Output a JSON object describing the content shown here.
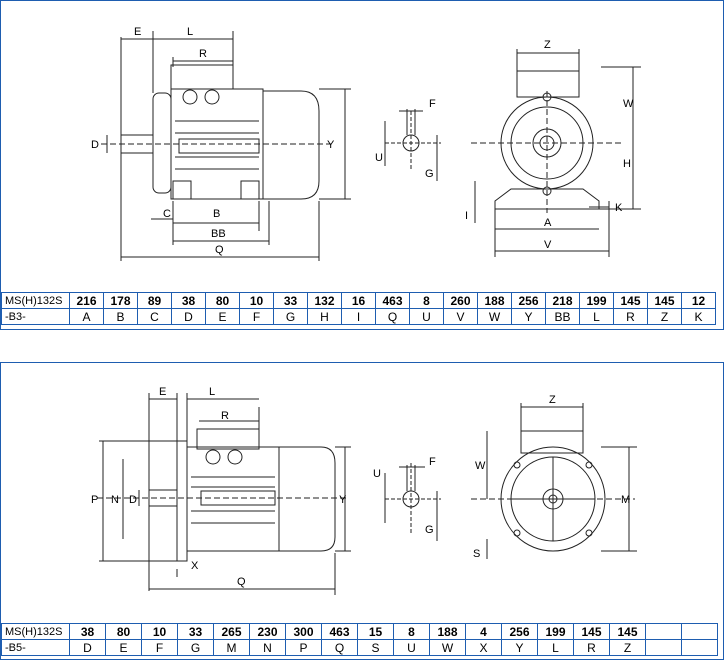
{
  "b3": {
    "model_label": "MS(H)132S",
    "mount_label": "-B3-",
    "values": [
      "216",
      "178",
      "89",
      "38",
      "80",
      "10",
      "33",
      "132",
      "16",
      "463",
      "8",
      "260",
      "188",
      "256",
      "218",
      "199",
      "145",
      "145",
      "12"
    ],
    "letters": [
      "A",
      "B",
      "C",
      "D",
      "E",
      "F",
      "G",
      "H",
      "I",
      "Q",
      "U",
      "V",
      "W",
      "Y",
      "BB",
      "L",
      "R",
      "Z",
      "K"
    ],
    "drawing_labels": {
      "E": "E",
      "L": "L",
      "R": "R",
      "D": "D",
      "Y": "Y",
      "C": "C",
      "B": "B",
      "BB": "BB",
      "Q": "Q",
      "F": "F",
      "U": "U",
      "G": "G",
      "Z": "Z",
      "W": "W",
      "H": "H",
      "I": "I",
      "A": "A",
      "K": "K",
      "V": "V"
    }
  },
  "b5": {
    "model_label": "MS(H)132S",
    "mount_label": "-B5-",
    "values": [
      "38",
      "80",
      "10",
      "33",
      "265",
      "230",
      "300",
      "463",
      "15",
      "8",
      "188",
      "4",
      "256",
      "199",
      "145",
      "145",
      "",
      ""
    ],
    "letters": [
      "D",
      "E",
      "F",
      "G",
      "M",
      "N",
      "P",
      "Q",
      "S",
      "U",
      "W",
      "X",
      "Y",
      "L",
      "R",
      "Z",
      "",
      ""
    ],
    "drawing_labels": {
      "E": "E",
      "L": "L",
      "R": "R",
      "P": "P",
      "N": "N",
      "D": "D",
      "Y": "Y",
      "X": "X",
      "Q": "Q",
      "F": "F",
      "U": "U",
      "G": "G",
      "Z": "Z",
      "W": "W",
      "M": "M",
      "S": "S"
    }
  }
}
